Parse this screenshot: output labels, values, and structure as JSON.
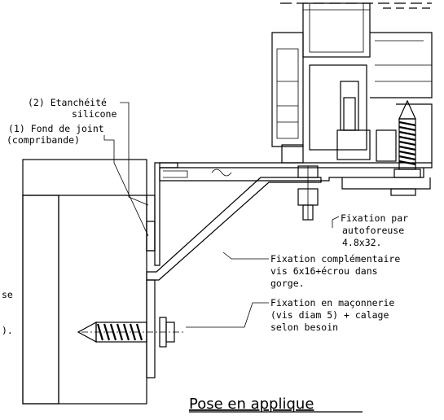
{
  "labels": {
    "etancheite_line1": "(2) Etanchéité",
    "etancheite_line2": "silicone",
    "fond_line1": "(1) Fond de joint",
    "fond_line2": "(compribande)",
    "autoforeuse_line1": "Fixation par",
    "autoforeuse_line2": "autoforeuse",
    "autoforeuse_line3": "4.8x32.",
    "complementaire_line1": "Fixation complémentaire",
    "complementaire_line2": "vis 6x16+écrou dans",
    "complementaire_line3": "gorge.",
    "maconnerie_line1": "Fixation en maçonnerie",
    "maconnerie_line2": "(vis diam 5) + calage",
    "maconnerie_line3": "selon besoin",
    "left_cut1": "se",
    "left_cut2": ")."
  },
  "title": "Pose en applique"
}
